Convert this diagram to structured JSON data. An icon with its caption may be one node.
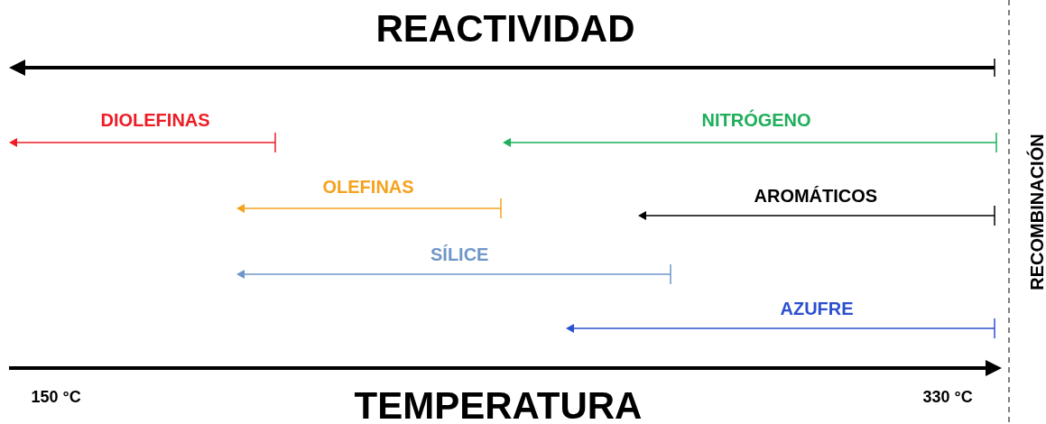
{
  "diagram": {
    "labels": [
      "REACTIVIDAD",
      "DIOLEFINAS",
      "NITRÓGENO",
      "RECOMBINACIÓN",
      "OLEFINAS",
      "AROMÁTICOS",
      "SÍLICE",
      "AZUFRE",
      "150 °C",
      "TEMPERATURA",
      "330 °C"
    ]
  }
}
